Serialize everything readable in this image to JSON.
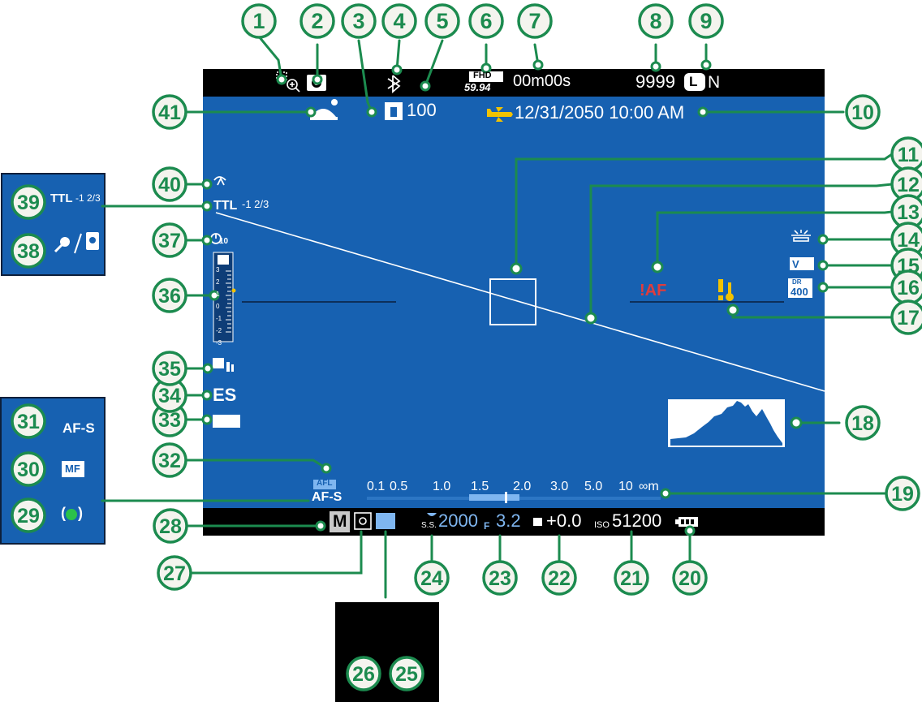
{
  "colors": {
    "screen_blue": "#1761b1",
    "bar_black": "#000000",
    "callout_green": "#1c8b4f",
    "callout_fill": "#f4f4ee",
    "line_white": "#ffffff",
    "warning_red": "#e03c3c",
    "warning_yellow": "#f2c200",
    "focus_blue": "#7fb6f0",
    "meter_green": "#2bc24a"
  },
  "callouts": [
    "1",
    "2",
    "3",
    "4",
    "5",
    "6",
    "7",
    "8",
    "9",
    "10",
    "11",
    "12",
    "13",
    "14",
    "15",
    "16",
    "17",
    "18",
    "19",
    "20",
    "21",
    "22",
    "23",
    "24",
    "25",
    "26",
    "27",
    "28",
    "29",
    "30",
    "31",
    "32",
    "33",
    "34",
    "35",
    "36",
    "37",
    "38",
    "39",
    "40",
    "41"
  ],
  "top_bar": {
    "movie_format": "FHD",
    "frame_rate": "59.94",
    "record_time": "00m00s",
    "frames_remaining": "9999",
    "image_size": "L",
    "image_quality": "N"
  },
  "info": {
    "frame_counter": "100",
    "date_time": "12/31/2050 10:00 AM"
  },
  "left_column": {
    "flash_mode": "TTL",
    "flash_comp": "-1 2/3",
    "self_timer": "10",
    "shutter_type": "ES",
    "focus_mode": "AF-S",
    "afl_label": "AFL",
    "exposure_scale": [
      "3",
      "2",
      "1",
      "0",
      "-1",
      "-2",
      "-3"
    ]
  },
  "center": {
    "af_warning": "!AF"
  },
  "right_column": {
    "dynamic_range": "400",
    "dynamic_range_label": "DR"
  },
  "distance_scale": [
    "0.1",
    "0.5",
    "1.0",
    "1.5",
    "2.0",
    "3.0",
    "5.0",
    "10",
    "∞m"
  ],
  "bottom_bar": {
    "shooting_mode": "M",
    "shutter_prefix": "S.S.",
    "shutter_speed": "2000",
    "aperture_prefix": "F",
    "aperture": "3.2",
    "exposure_comp": "+0.0",
    "iso_prefix": "ISO",
    "iso": "51200"
  },
  "insets": {
    "flash_comp": "-1 2/3",
    "focus_modes": [
      "AF-S",
      "MF"
    ]
  }
}
